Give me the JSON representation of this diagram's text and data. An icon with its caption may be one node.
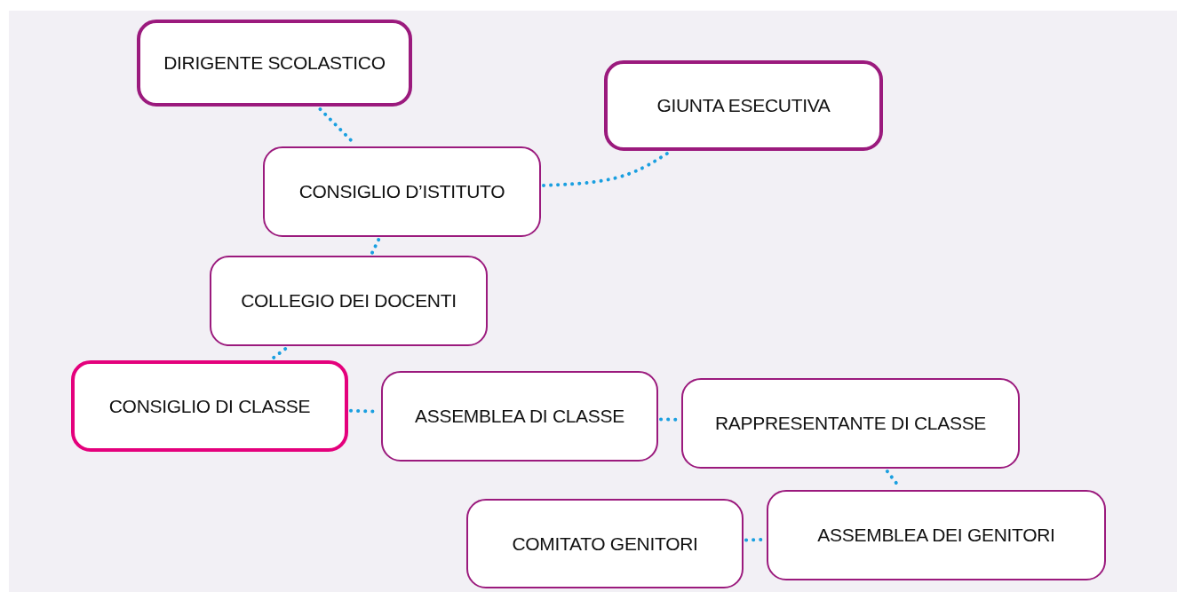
{
  "diagram": {
    "nodes": [
      {
        "text": [
          "DIRIGENTE SCOLASTICO"
        ]
      },
      {
        "text": [
          "GIUNTA ESECUTIVA"
        ]
      },
      {
        "text": [
          "CONSIGLIO D’ISTITUTO"
        ]
      },
      {
        "text": [
          "COLLEGIO DEI DOCENTI"
        ]
      },
      {
        "text": [
          "CONSIGLIO DI CLASSE"
        ]
      },
      {
        "text": [
          "ASSEMBLEA DI CLASSE"
        ]
      },
      {
        "text": [
          "RAPPRESENTANTE DI CLASSE"
        ]
      },
      {
        "text": [
          "COMITATO GENITORI"
        ]
      },
      {
        "text": [
          "ASSEMBLEA DEI GENITORI"
        ]
      }
    ],
    "edges": [
      {
        "from": 0,
        "to": 2,
        "arrow": "none"
      },
      {
        "from": 2,
        "to": 1,
        "arrow": "none"
      },
      {
        "from": 2,
        "to": 3,
        "arrow": "none"
      },
      {
        "from": 3,
        "to": 4,
        "arrow": "none"
      },
      {
        "from": 4,
        "to": 5,
        "arrow": "none"
      },
      {
        "from": 5,
        "to": 6,
        "arrow": "none"
      },
      {
        "from": 6,
        "to": 8,
        "arrow": "none"
      },
      {
        "from": 7,
        "to": 8,
        "arrow": "none"
      }
    ]
  }
}
